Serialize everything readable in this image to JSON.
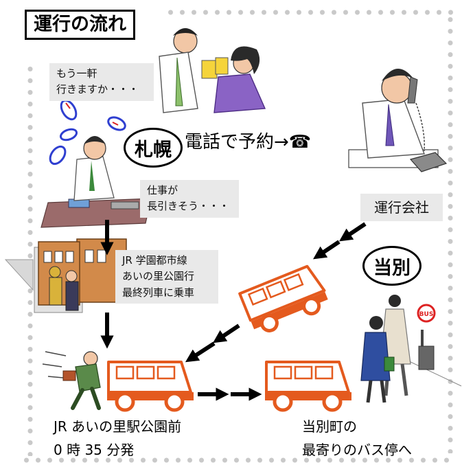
{
  "title": "運行の流れ",
  "places": {
    "sapporo": "札幌",
    "tobetsu": "当別"
  },
  "phone_text": "電話で予約→☎",
  "bubbles": {
    "another_round": [
      "もう一軒",
      "行きますか・・・"
    ],
    "overtime": [
      "仕事が",
      "長引きそう・・・"
    ],
    "operator": "運行会社",
    "train": [
      "JR 学園都市線",
      "あいの里公園行",
      "最終列車に乗車"
    ]
  },
  "captions": {
    "departure": [
      "JR あいの里駅公園前",
      "0 時 35 分発"
    ],
    "destination": [
      "当別町の",
      "最寄りのバス停へ"
    ]
  },
  "bus_stop_sign": "BUS",
  "colors": {
    "bus": "#e45a1e",
    "dots": "#c9c9c9",
    "bubble_bg": "#e9e9e9",
    "arrow": "#000000"
  }
}
